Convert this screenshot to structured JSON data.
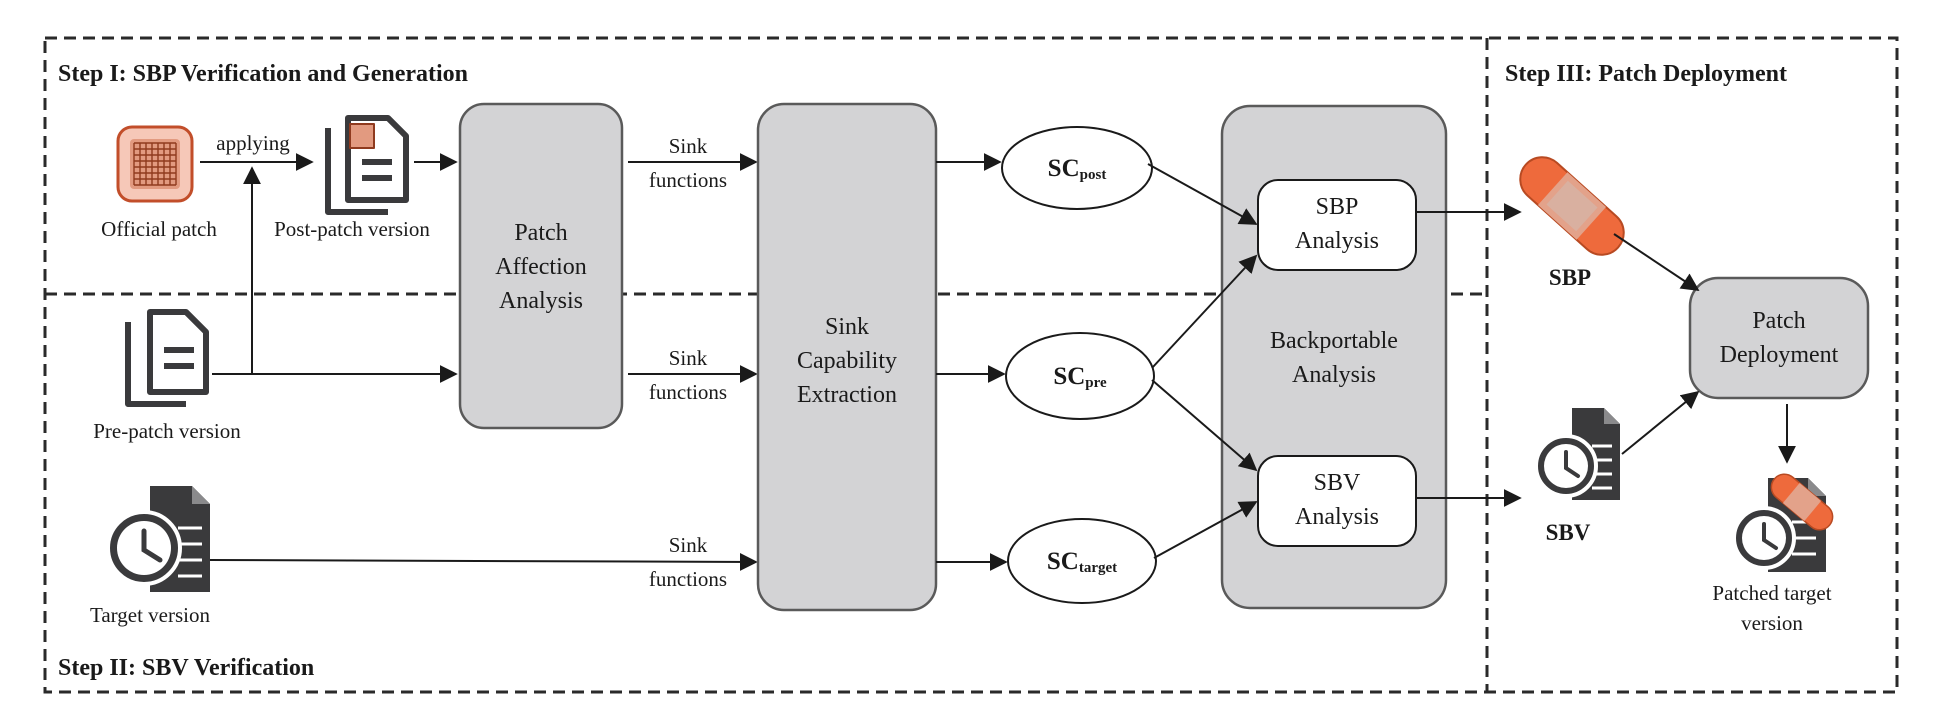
{
  "steps": {
    "step1": "Step I: SBP Verification and Generation",
    "step2": "Step II: SBV Verification",
    "step3": "Step III: Patch Deployment"
  },
  "inputs": {
    "official_patch": "Official patch",
    "applying": "applying",
    "post_patch": "Post-patch version",
    "pre_patch": "Pre-patch version",
    "target": "Target version"
  },
  "boxes": {
    "patch_affection": [
      "Patch",
      "Affection",
      "Analysis"
    ],
    "sink_capability": [
      "Sink",
      "Capability",
      "Extraction"
    ],
    "backportable": [
      "Backportable",
      "Analysis"
    ],
    "sbp_analysis": [
      "SBP",
      "Analysis"
    ],
    "sbv_analysis": [
      "SBV",
      "Analysis"
    ],
    "patch_deployment": [
      "Patch",
      "Deployment"
    ]
  },
  "sink_functions": [
    "Sink",
    "functions"
  ],
  "sc": {
    "prefix": "SC",
    "post": "post",
    "pre": "pre",
    "target": "target"
  },
  "outputs": {
    "sbp": "SBP",
    "sbv": "SBV",
    "patched_target": [
      "Patched target",
      "version"
    ]
  },
  "colors": {
    "box_fill": "#d3d3d5",
    "box_stroke": "#5a5a5a",
    "icon_dark": "#3a3a3c",
    "patch_orange": "#ee6a3c",
    "patch_light": "#f6c8b8"
  }
}
